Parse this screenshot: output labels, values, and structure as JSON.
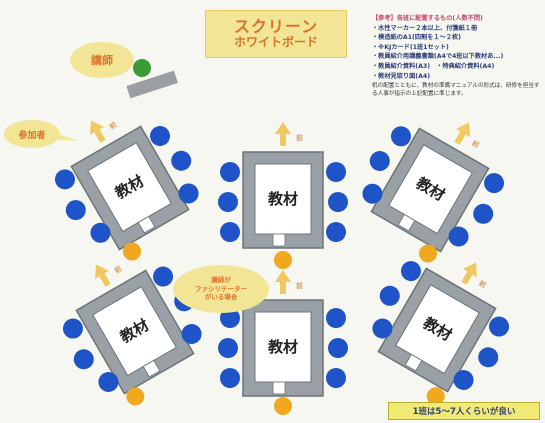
{
  "screen": {
    "line1": "スクリーン",
    "line2": "ホワイトボード"
  },
  "lecturer_label": "講師",
  "participant_label": "参加者",
  "facilitator": {
    "line1": "講師が",
    "line2": "ファシリテーター",
    "line3": "がいる場合"
  },
  "table_label": "教材",
  "direction_label": "前",
  "notes": {
    "title": "【参考】各班に配置するもの(人数不問)",
    "items": [
      "・水性マーカー２本以上、付箋紙１冊",
      "・模造紙のA1(四割を１〜２枚)",
      "・※KJカード(1班1セット)",
      "・教員紹介用講義書類(A4で4班以下教材あ...)",
      "・教員紹介資料(A3)　・特典紹介資料(A4)",
      "・教材見取り図(A4)"
    ],
    "sub": "机の配置とともに、教材の準備マニュアルの形式は、研修を担当する人事が指示の上記配置に準じます。"
  },
  "footer": "1班は5〜7人くらいが良い",
  "colors": {
    "blue_seat": "#1f53c8",
    "orange_seat": "#f0a81e",
    "table_frame": "#9aa1a6",
    "green_lecturer": "#3a9a36",
    "arrow": "#f0c860"
  }
}
